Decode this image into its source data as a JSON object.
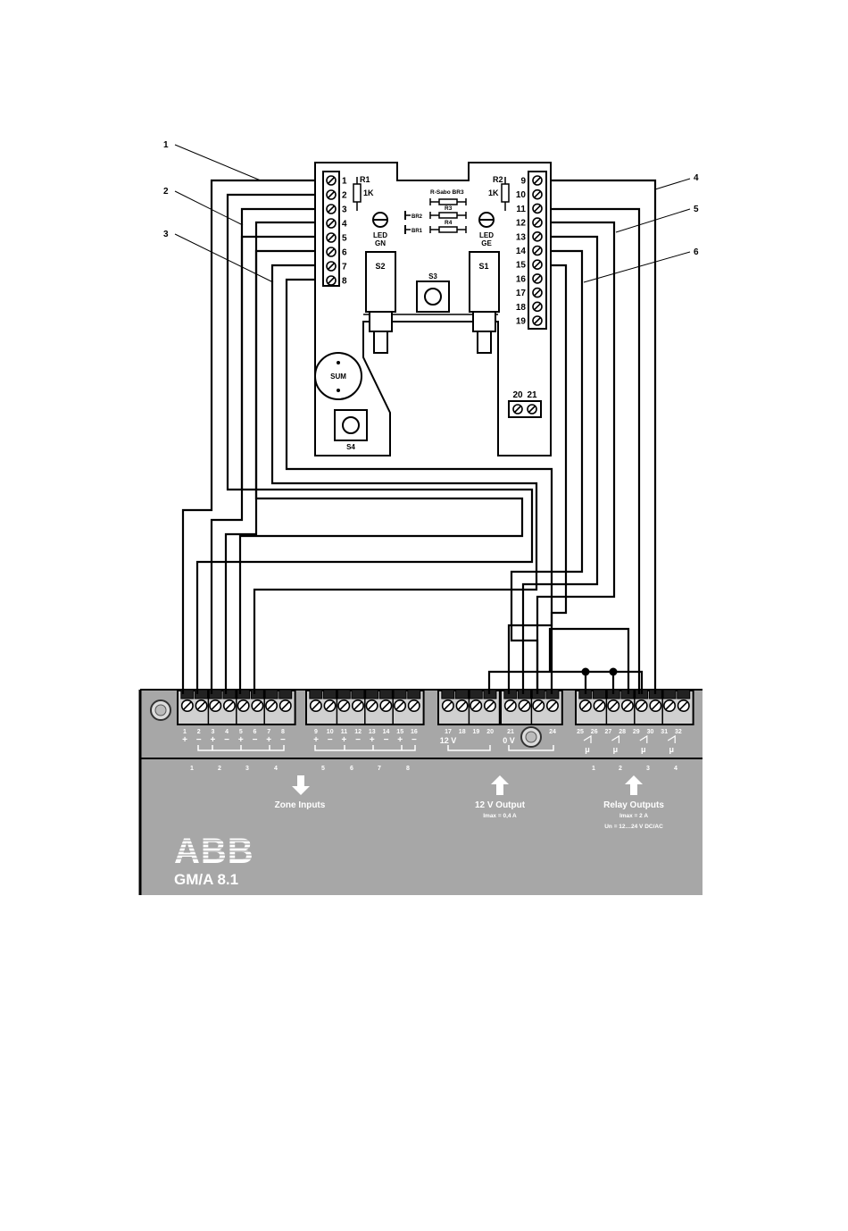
{
  "callouts": [
    "1",
    "2",
    "3",
    "4",
    "5",
    "6"
  ],
  "board": {
    "left_terminals": [
      "1",
      "2",
      "3",
      "4",
      "5",
      "6",
      "7",
      "8"
    ],
    "right_terminals": [
      "9",
      "10",
      "11",
      "12",
      "13",
      "14",
      "15",
      "16",
      "17",
      "18",
      "19"
    ],
    "small_terminals": [
      "20",
      "21"
    ],
    "r1": "R1",
    "r1_value": "1K",
    "r2": "R2",
    "r2_value": "1K",
    "r_sabo": "R-Sabo BR3",
    "r3": "R3",
    "r4": "R4",
    "br2": "BR2",
    "br1": "BR1",
    "led_gn_1": "LED",
    "led_gn_2": "GN",
    "led_ge_1": "LED",
    "led_ge_2": "GE",
    "s1": "S1",
    "s2": "S2",
    "s3": "S3",
    "s4": "S4",
    "buzzer": "SUM"
  },
  "device": {
    "brand": "ABB",
    "model": "GM/A 8.1",
    "zone_numbers_1": [
      "1",
      "2",
      "3",
      "4",
      "5",
      "6",
      "7",
      "8"
    ],
    "zone_numbers_2": [
      "9",
      "10",
      "11",
      "12",
      "13",
      "14",
      "15",
      "16"
    ],
    "zone_polarity": [
      "+",
      "−",
      "+",
      "−",
      "+",
      "−",
      "+",
      "−"
    ],
    "zone_channels": [
      "1",
      "2",
      "3",
      "4",
      "5",
      "6",
      "7",
      "8"
    ],
    "zone_inputs_label": "Zone Inputs",
    "out12_numbers": [
      "17",
      "18",
      "19",
      "20"
    ],
    "out12_voltage": "12 V",
    "out0_numbers": [
      "21",
      "24"
    ],
    "out0_voltage": "0 V",
    "output_label": "12 V Output",
    "output_spec": "Imax = 0,4 A",
    "relay_numbers": [
      "25",
      "26",
      "27",
      "28",
      "29",
      "30",
      "31",
      "32"
    ],
    "relay_mu": "μ",
    "relay_channels": [
      "1",
      "2",
      "3",
      "4"
    ],
    "relay_label": "Relay Outputs",
    "relay_spec_1": "Imax = 2 A",
    "relay_spec_2": "Un = 12…24 V DC/AC"
  }
}
